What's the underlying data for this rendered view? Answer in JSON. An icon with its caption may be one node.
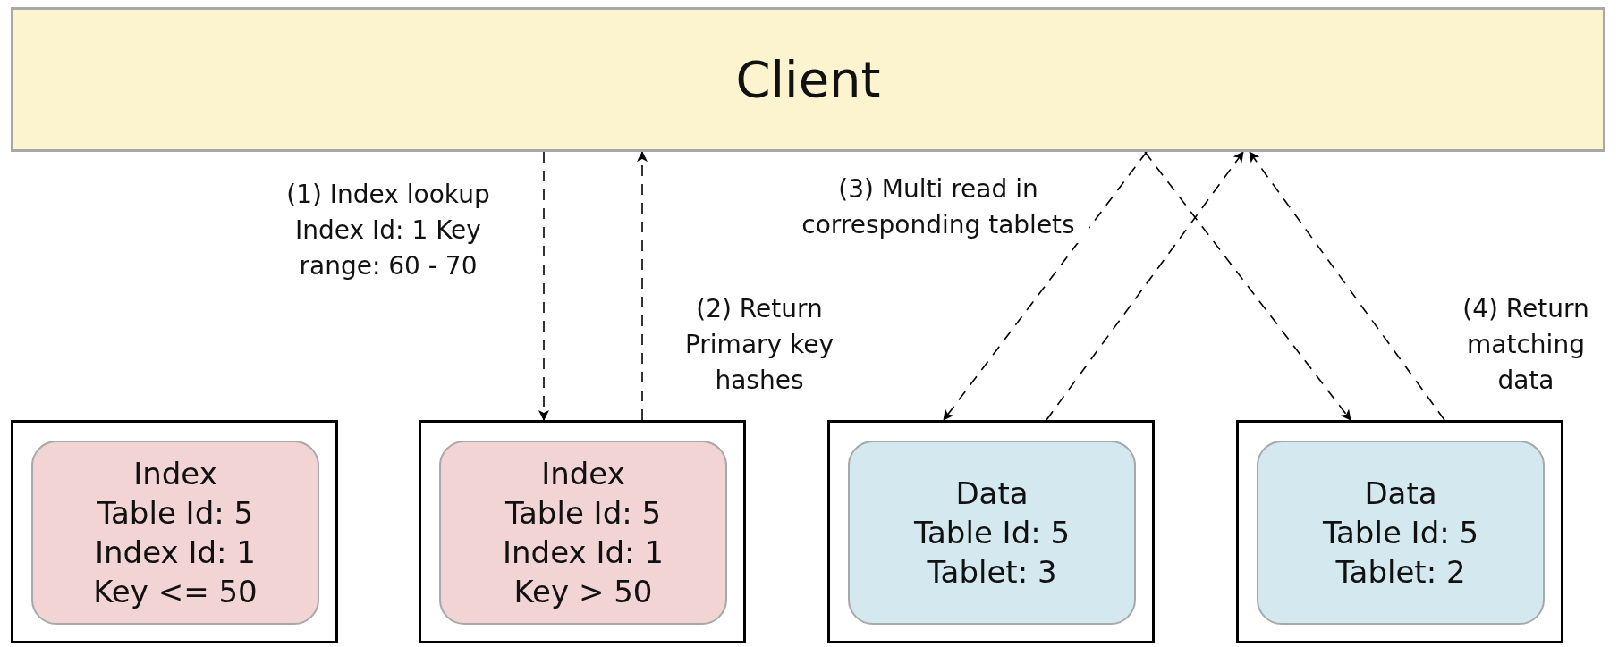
{
  "diagram": {
    "nodes": [
      {
        "text": [
          "Client"
        ]
      },
      {
        "text": [],
        "shape": "box"
      },
      {
        "text": [
          "Index",
          "Table Id: 5",
          "Index Id: 1",
          "Key <= 50"
        ],
        "in": 1
      },
      {
        "text": [],
        "shape": "box"
      },
      {
        "text": [
          "Index",
          "Table Id: 5",
          "Index Id: 1",
          "Key > 50"
        ],
        "in": 3
      },
      {
        "text": [],
        "shape": "box"
      },
      {
        "text": [
          "Data",
          "Table Id: 5",
          "Tablet: 3"
        ],
        "in": 5
      },
      {
        "text": [],
        "shape": "box"
      },
      {
        "text": [
          "Data",
          "Table Id: 5",
          "Tablet: 2"
        ],
        "in": 7
      }
    ],
    "edges": [
      {
        "from": 0,
        "to": 3,
        "arrow": "to",
        "style": "dashed",
        "label": "(1) Index lookup Index Id: 1 Key range: 60 - 70"
      },
      {
        "from": 3,
        "to": 0,
        "arrow": "to",
        "style": "dashed",
        "label": "(2) Return Primary key hashes"
      },
      {
        "from": 0,
        "to": 5,
        "arrow": "to",
        "style": "dashed",
        "label": "(3) Multi read in corresponding tablets"
      },
      {
        "from": 5,
        "to": 0,
        "arrow": "to",
        "style": "dashed"
      },
      {
        "from": 0,
        "to": 7,
        "arrow": "to",
        "style": "dashed"
      },
      {
        "from": 7,
        "to": 0,
        "arrow": "to",
        "style": "dashed",
        "label": "(4) Return matching data"
      }
    ]
  }
}
